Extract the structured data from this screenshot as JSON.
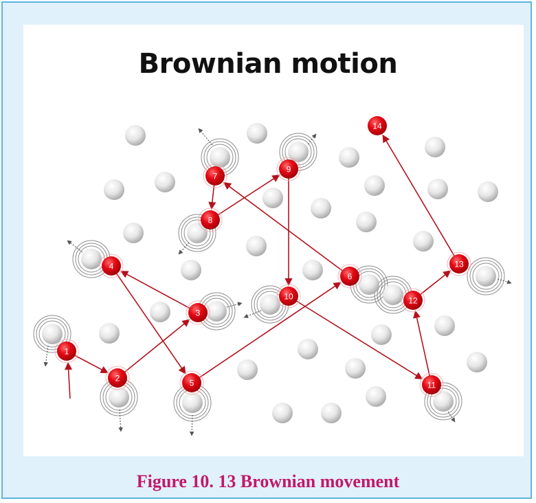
{
  "title": "Brownian motion",
  "caption": "Figure 10. 13 Brownian movement",
  "colors": {
    "frame_border": "#5ab4df",
    "frame_fill": "#e1f1fb",
    "particle": "#e50914",
    "path_arrow": "#b3121d",
    "caption": "#c2186b",
    "molecule": "#d8d8d8"
  },
  "particle_labels": [
    "1",
    "2",
    "3",
    "4",
    "5",
    "6",
    "7",
    "8",
    "9",
    "10",
    "11",
    "12",
    "13",
    "14"
  ]
}
